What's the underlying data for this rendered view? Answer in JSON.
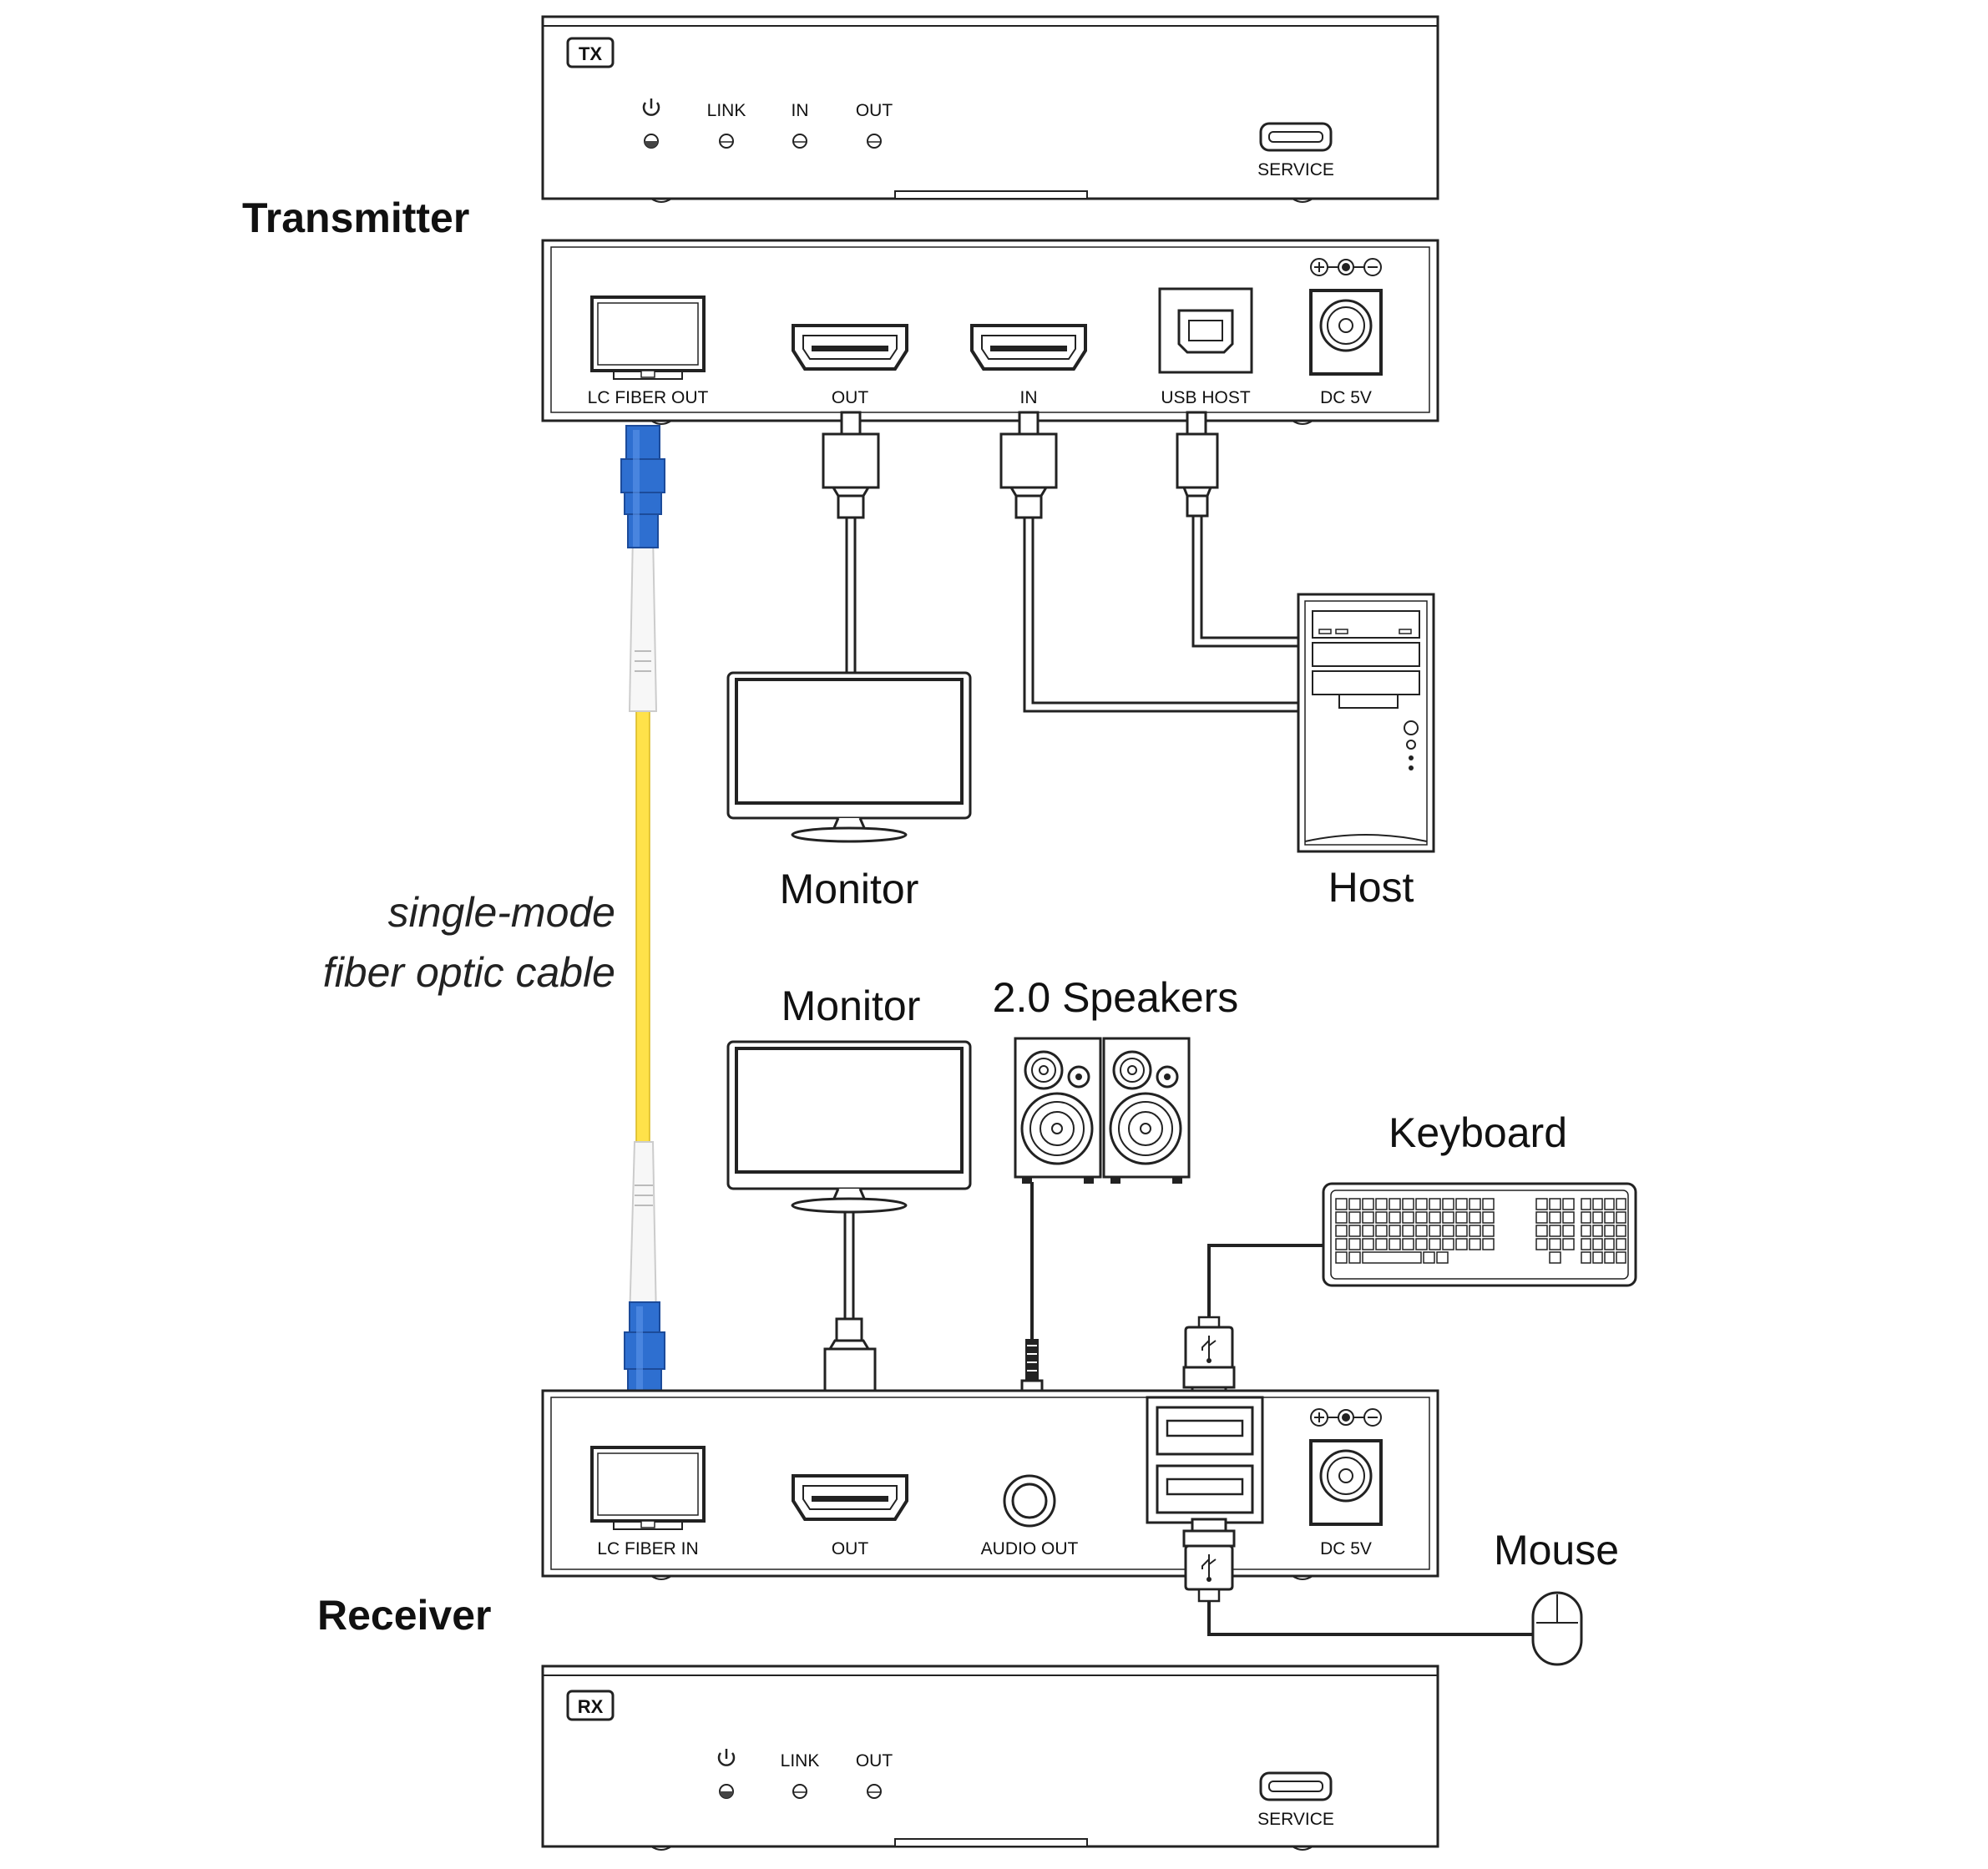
{
  "transmitter": {
    "title": "Transmitter",
    "badge": "TX",
    "leds": [
      "LINK",
      "IN",
      "OUT"
    ],
    "service": "SERVICE",
    "ports": [
      "LC FIBER OUT",
      "OUT",
      "IN",
      "USB HOST",
      "DC 5V"
    ]
  },
  "receiver": {
    "title": "Receiver",
    "badge": "RX",
    "leds": [
      "LINK",
      "OUT"
    ],
    "service": "SERVICE",
    "ports": [
      "LC FIBER IN",
      "OUT",
      "AUDIO OUT",
      "DC 5V"
    ]
  },
  "devices": {
    "tx_monitor": "Monitor",
    "host": "Host",
    "rx_monitor": "Monitor",
    "speakers": "2.0 Speakers",
    "keyboard": "Keyboard",
    "mouse": "Mouse"
  },
  "cable": {
    "line1": "single-mode",
    "line2": "fiber optic cable"
  },
  "colors": {
    "fiber_yellow": "#FFE24A",
    "lc_connector_blue": "#2E6FD0",
    "outline": "#222222"
  }
}
